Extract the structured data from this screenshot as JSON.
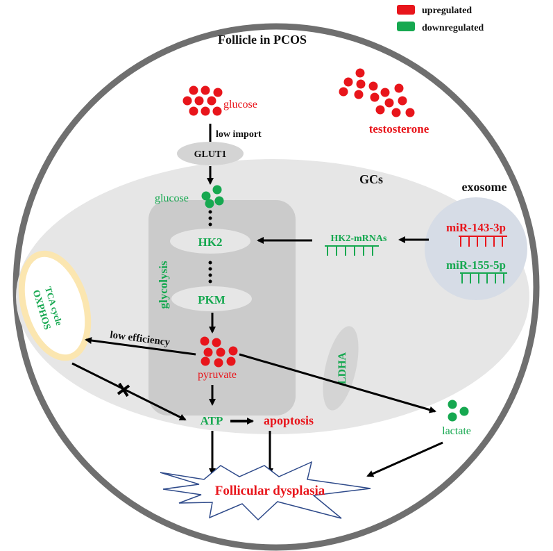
{
  "legend": {
    "upregulated_label": "upregulated",
    "downregulated_label": "downregulated",
    "upregulated_color": "#e8151b",
    "downregulated_color": "#16a850"
  },
  "title": "Follicle in PCOS",
  "glucose_outside": "glucose",
  "testosterone": "testosterone",
  "low_import": "low import",
  "glut1": "GLUT1",
  "gcs": "GCs",
  "glucose_inside": "glucose",
  "glycolysis": "glycolysis",
  "hk2": "HK2",
  "pkm": "PKM",
  "pyruvate": "pyruvate",
  "low_efficiency": "low efficiency",
  "tca_cycle": "TCA cycle",
  "oxphos": "OXPHOS",
  "ldha": "LDHA",
  "lactate": "lactate",
  "atp": "ATP",
  "apoptosis": "apoptosis",
  "follicular_dysplasia": "Follicular dysplasia",
  "exosome": "exosome",
  "mir143": "miR-143-3p",
  "mir155": "miR-155-5p",
  "hk2_mrnas": "HK2-mRNAs",
  "colors": {
    "red": "#e8151b",
    "green": "#16a850",
    "gc_fill": "#e6e6e6",
    "glycolysis_fill": "#cbcbcb",
    "exosome_fill": "#d6dce6",
    "mito_border": "#fbe6b0",
    "starburst_stroke": "#2e4a8a"
  }
}
